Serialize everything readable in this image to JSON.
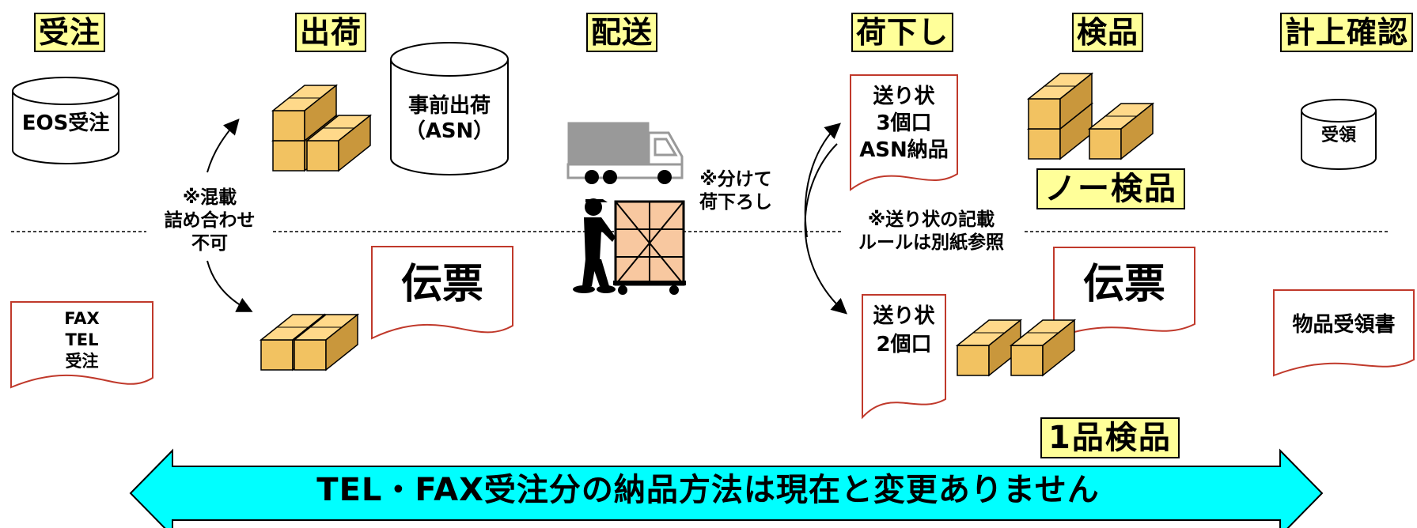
{
  "headers": {
    "order": "受注",
    "ship": "出荷",
    "delivery": "配送",
    "unload": "荷下し",
    "inspect": "検品",
    "confirm": "計上確認"
  },
  "top": {
    "eos_order": "EOS受注",
    "asn_line1": "事前出荷",
    "asn_line2": "（ASN）",
    "waybill_top_1": "送り状",
    "waybill_top_2": "3個口",
    "waybill_top_3": "ASN納品",
    "no_inspection": "ノー検品",
    "receipt": "受領"
  },
  "bottom": {
    "fax": "FAX",
    "tel": "TEL",
    "order": "受注",
    "slip_ship": "伝票",
    "waybill_bottom_1": "送り状",
    "waybill_bottom_2": "2個口",
    "slip_inspect": "伝票",
    "receipt_doc": "物品受領書",
    "item_inspection": "1品検品"
  },
  "notes": {
    "mixed_1": "※混載",
    "mixed_2": "詰め合わせ",
    "mixed_3": "不可",
    "split_1": "※分けて",
    "split_2": "荷下ろし",
    "waybill_rule_1": "※送り状の記載",
    "waybill_rule_2": "ルールは別紙参照"
  },
  "banner": "TEL・FAX受注分の納品方法は現在と変更ありません",
  "colors": {
    "header_bg": "#ffff99",
    "box_light": "#ffd98a",
    "box_mid": "#f2c261",
    "box_dark": "#c9973c",
    "doc_border": "#c0392b",
    "arrow_fill": "#00ffff",
    "truck_gray": "#999999",
    "cart_load": "#f8c8a0"
  }
}
